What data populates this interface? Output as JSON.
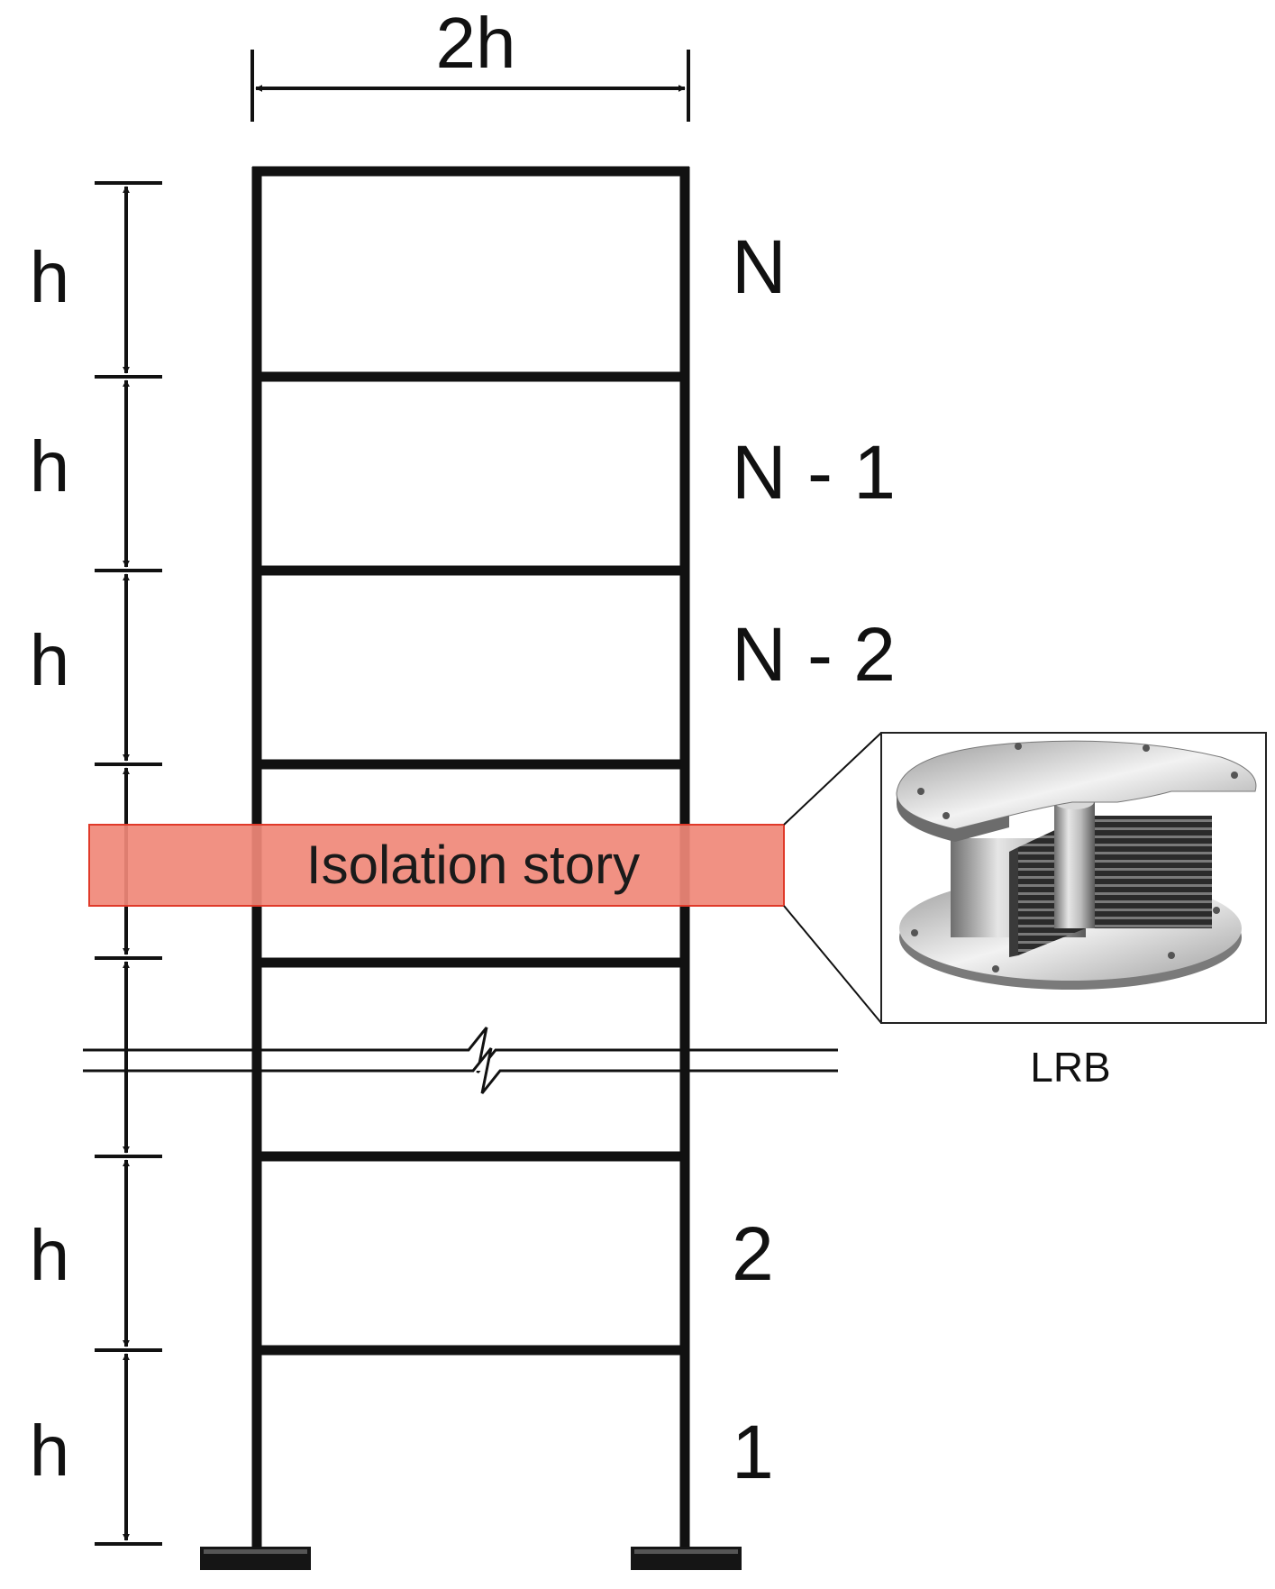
{
  "width_dimension_label": "2h",
  "story_height_labels": [
    "h",
    "h",
    "h",
    "h",
    "h"
  ],
  "story_labels": {
    "top": "N",
    "second_from_top": "N - 1",
    "third_from_top": "N - 2",
    "second": "2",
    "first": "1"
  },
  "isolation_label": "Isolation story",
  "bearing_label": "LRB",
  "colors": {
    "frame": "#111111",
    "isolation_band": "#f08878",
    "isolation_band_border": "#e03a2a",
    "background": "#ffffff"
  },
  "icons": {
    "bearing_picture": "lead-rubber-bearing-cutaway",
    "break_symbol": "break-line-icon"
  }
}
